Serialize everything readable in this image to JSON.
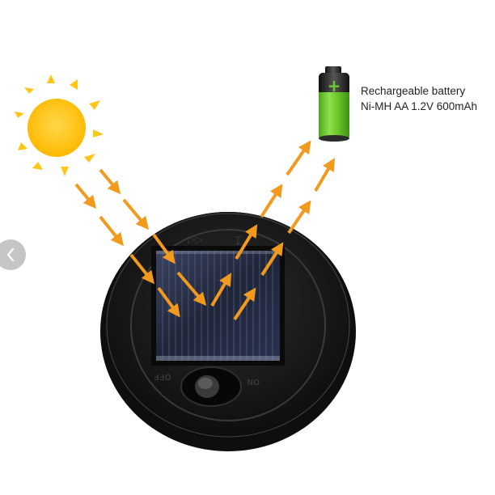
{
  "battery": {
    "label_line1": "Rechargeable battery",
    "label_line2": "Ni-MH AA   1.2V 600mAh",
    "plus_symbol": "+"
  },
  "device": {
    "switch_off_label": "OFF",
    "switch_on_label": "ON"
  },
  "navigation": {
    "prev_icon": "chevron-left-icon"
  },
  "colors": {
    "sun": "#ffc61a",
    "arrow": "#f29a1d",
    "battery_green": "#6cc92b",
    "battery_cap": "#1e1e1e",
    "device_body": "#1a1a1a",
    "panel": "#2b3348"
  }
}
